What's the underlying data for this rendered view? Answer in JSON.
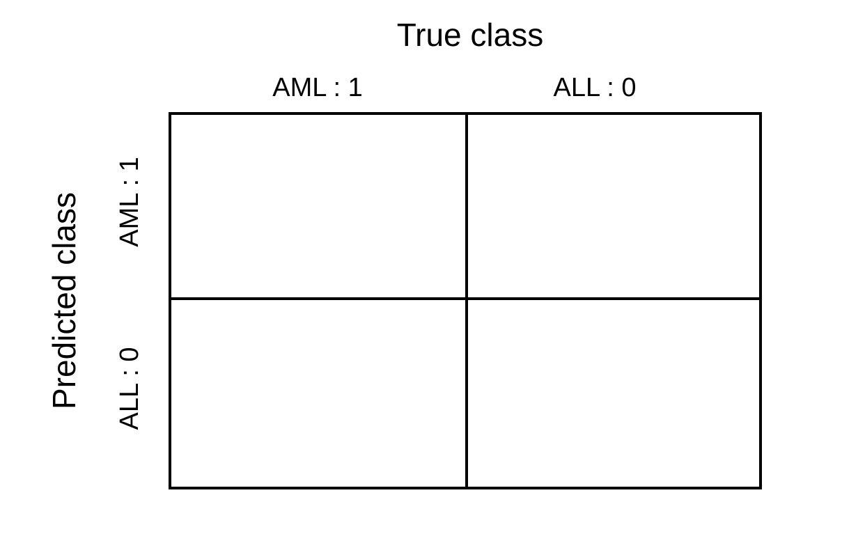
{
  "diagram": {
    "columns_title": "True class",
    "rows_title": "Predicted class",
    "column_labels": [
      "AML : 1",
      "ALL : 0"
    ],
    "row_labels": [
      "AML : 1",
      "ALL : 0"
    ],
    "line_color": "#000000",
    "background_color": "#ffffff"
  }
}
